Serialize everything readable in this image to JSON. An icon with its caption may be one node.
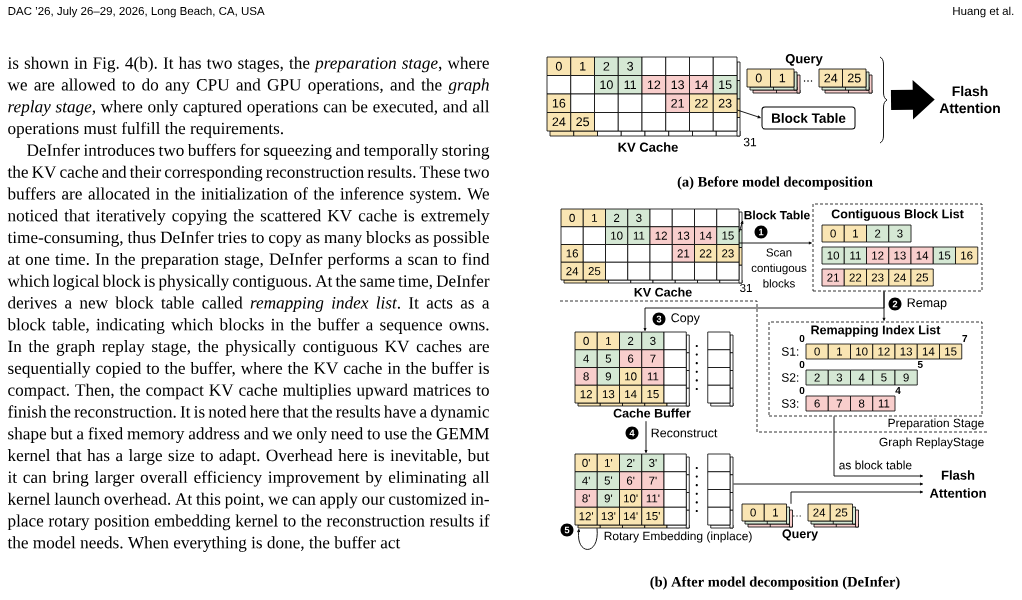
{
  "diagram": {
    "nodes": [
      {
        "text": [
          "0",
          "1",
          "2",
          "3",
          "10",
          "11",
          "12",
          "13",
          "14",
          "15",
          "16",
          "21",
          "22",
          "23",
          "24",
          "25",
          "KV Cache"
        ],
        "beside": [
          "31"
        ]
      },
      {
        "text": [
          "Query",
          "0",
          "1",
          "...",
          "24",
          "25"
        ]
      },
      {
        "text": [
          "Block Table"
        ]
      },
      {
        "text": [
          "Flash Attention"
        ]
      },
      {
        "text": [
          "0",
          "1",
          "2",
          "3",
          "10",
          "11",
          "12",
          "13",
          "14",
          "15",
          "16",
          "21",
          "22",
          "23",
          "24",
          "25",
          "KV Cache"
        ],
        "beside": [
          "31"
        ]
      },
      {
        "text": [
          "Block Table"
        ]
      },
      {
        "text": [
          "1"
        ]
      },
      {
        "text": [
          "Contiguous Block List"
        ]
      },
      {
        "text": [
          "0",
          "1",
          "2",
          "3"
        ],
        "in": 7
      },
      {
        "text": [
          "10",
          "11",
          "12",
          "13",
          "14",
          "15",
          "16"
        ],
        "in": 7
      },
      {
        "text": [
          "21",
          "22",
          "23",
          "24",
          "25"
        ],
        "in": 7
      },
      {
        "text": [
          "2"
        ]
      },
      {
        "text": [
          "3"
        ]
      },
      {
        "text": [
          "Remapping Index List"
        ]
      },
      {
        "text": [
          "0",
          "1",
          "10",
          "12",
          "13",
          "14",
          "15"
        ],
        "in": 13,
        "beside": [
          "S1:",
          "0",
          "7"
        ]
      },
      {
        "text": [
          "2",
          "3",
          "4",
          "5",
          "9"
        ],
        "in": 13,
        "beside": [
          "S2:",
          "0",
          "5"
        ]
      },
      {
        "text": [
          "6",
          "7",
          "8",
          "11"
        ],
        "in": 13,
        "beside": [
          "S3:",
          "0",
          "4"
        ]
      },
      {
        "text": [
          "0",
          "1",
          "2",
          "3",
          "4",
          "5",
          "6",
          "7",
          "8",
          "9",
          "10",
          "11",
          "12",
          "13",
          "14",
          "15",
          "Cache Buffer"
        ]
      },
      {
        "text": [
          "4"
        ]
      },
      {
        "text": [
          "0'",
          "1'",
          "2'",
          "3'",
          "4'",
          "5'",
          "6'",
          "7'",
          "8'",
          "9'",
          "10'",
          "11'",
          "12'",
          "13'",
          "14'",
          "15'"
        ]
      },
      {
        "text": [
          "5"
        ]
      },
      {
        "text": [
          "0",
          "1",
          "...",
          "24",
          "25",
          "Query"
        ]
      },
      {
        "text": [
          "Flash Attention"
        ]
      }
    ],
    "edges": [
      {
        "from": 0,
        "to": 2,
        "arrow": "to"
      },
      {
        "from": null,
        "to": 3,
        "arrow": "to",
        "style": "thick"
      },
      {
        "from": 4,
        "to": 5,
        "arrow": "to"
      },
      {
        "from": 4,
        "to": 7,
        "arrow": "to",
        "label": "Scan contiugous blocks"
      },
      {
        "from": 7,
        "to": 13,
        "arrow": "to",
        "label": "Remap"
      },
      {
        "from": 7,
        "to": 17,
        "arrow": "to",
        "label": "Copy"
      },
      {
        "from": 17,
        "to": 19,
        "arrow": "to",
        "label": "Reconstruct"
      },
      {
        "from": 19,
        "to": 19,
        "arrow": "to",
        "label": "Rotary Embedding (inplace)"
      },
      {
        "from": 13,
        "to": 22,
        "arrow": "to",
        "label": "as block table"
      },
      {
        "from": 19,
        "to": 22,
        "arrow": "to"
      },
      {
        "from": 21,
        "to": 22,
        "arrow": "to"
      }
    ],
    "labels": [
      "DAC ’26, July 26–29, 2026, Long Beach, CA, USA",
      "Huang et al.",
      "is shown in Fig. 4(b). It has two stages, the *preparation stage*, where we are allowed to do any CPU and GPU operations, and the *graph replay stage*, where only captured operations can be executed, and all operations must fulfill the requirements.",
      "DeInfer introduces two buffers for squeezing and temporally storing the KV cache and their corresponding reconstruction results. These two buffers are allocated in the initialization of the inference system. We noticed that iteratively copying the scattered KV cache is extremely time-consuming, thus DeInfer tries to copy as many blocks as possible at one time. In the preparation stage, DeInfer performs a scan to find which logical block is physically contiguous. At the same time, DeInfer derives a new block table called *remapping index list*. It acts as a block table, indicating which blocks in the buffer a sequence owns. In the graph replay stage, the physically contiguous KV caches are sequentially copied to the buffer, where the KV cache in the buffer is compact. Then, the compact KV cache multiplies upward matrices to finish the reconstruction. It is noted here that the results have a dynamic shape but a fixed memory address and we only need to use the GEMM kernel that has a large size to adapt. Overhead here is inevitable, but it can bring larger overall efficiency improvement by eliminating all kernel launch overhead. At this point, we can apply our customized in-place rotary position embedding kernel to the reconstruction results if the model needs. When everything is done, the buffer act",
      "(a) Before model decomposition",
      "Preparation Stage",
      "Graph ReplayStage",
      "(b) After model decomposition (DeInfer)"
    ]
  }
}
